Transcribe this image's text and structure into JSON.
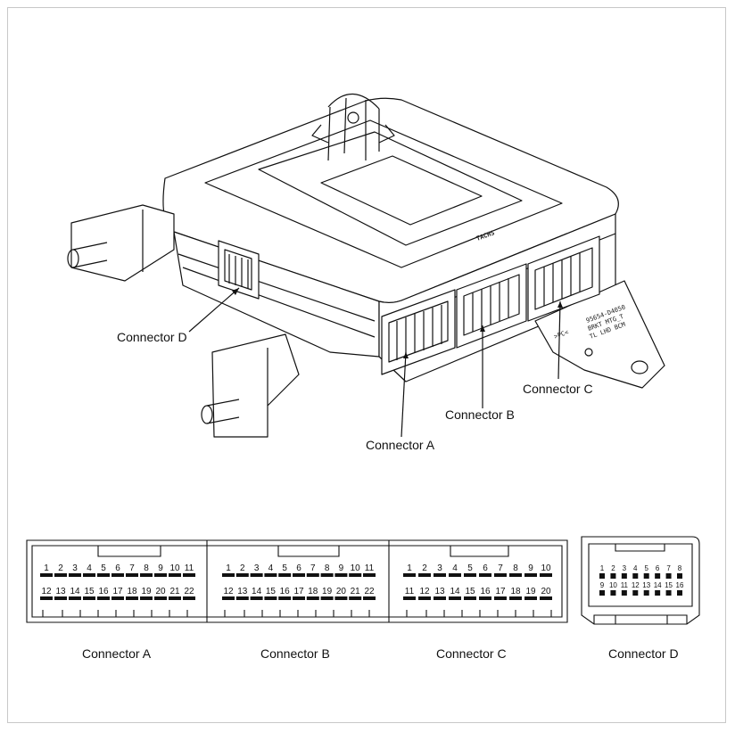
{
  "callouts": {
    "a": "Connector A",
    "b": "Connector B",
    "c": "Connector C",
    "d": "Connector D"
  },
  "connectors": {
    "a": {
      "title": "Connector A",
      "row1": [
        "1",
        "2",
        "3",
        "4",
        "5",
        "6",
        "7",
        "8",
        "9",
        "10",
        "11"
      ],
      "row2": [
        "12",
        "13",
        "14",
        "15",
        "16",
        "17",
        "18",
        "19",
        "20",
        "21",
        "22"
      ]
    },
    "b": {
      "title": "Connector B",
      "row1": [
        "1",
        "2",
        "3",
        "4",
        "5",
        "6",
        "7",
        "8",
        "9",
        "10",
        "11"
      ],
      "row2": [
        "12",
        "13",
        "14",
        "15",
        "16",
        "17",
        "18",
        "19",
        "20",
        "21",
        "22"
      ]
    },
    "c": {
      "title": "Connector C",
      "row1": [
        "1",
        "2",
        "3",
        "4",
        "5",
        "6",
        "7",
        "8",
        "9",
        "10"
      ],
      "row2": [
        "11",
        "12",
        "13",
        "14",
        "15",
        "16",
        "17",
        "18",
        "19",
        "20"
      ]
    },
    "d": {
      "title": "Connector D",
      "row1": [
        "1",
        "2",
        "3",
        "4",
        "5",
        "6",
        "7",
        "8"
      ],
      "row2": [
        "9",
        "10",
        "11",
        "12",
        "13",
        "14",
        "15",
        "16"
      ]
    }
  },
  "module_markings": {
    "brand": "TACHS",
    "part_line_1": "95654-D4050",
    "part_line_2": "BRKT MTG_T",
    "part_line_3": "TL LHD BCM",
    "arrow_tag": ">PC<"
  }
}
